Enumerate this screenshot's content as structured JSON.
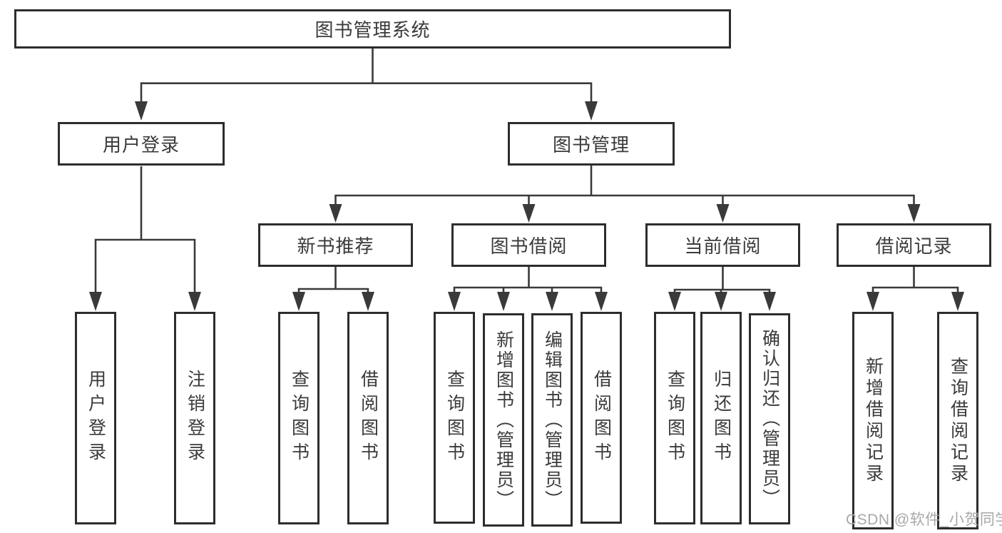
{
  "diagram": {
    "root": {
      "label": "图书管理系统"
    },
    "branches": [
      {
        "label": "用户登录"
      },
      {
        "label": "图书管理"
      }
    ],
    "modules": [
      {
        "label": "新书推荐"
      },
      {
        "label": "图书借阅"
      },
      {
        "label": "当前借阅"
      },
      {
        "label": "借阅记录"
      }
    ],
    "leaves": {
      "userLogin": [
        "用户登录",
        "注销登录"
      ],
      "newBooks": [
        "查询图书",
        "借阅图书"
      ],
      "bookBorrow": [
        "查询图书",
        "新增图书（管理员）",
        "编辑图书（管理员）",
        "借阅图书"
      ],
      "currentBorrow": [
        "查询图书",
        "归还图书",
        "确认归还（管理员）"
      ],
      "borrowRecords": [
        "新增借阅记录",
        "查询借阅记录"
      ]
    }
  },
  "watermark": "CSDN @软件_小贺同学",
  "colors": {
    "line": "#3a3a3a",
    "border": "#2d2d2d",
    "text": "#3a3a3a",
    "background": "#ffffff",
    "watermark": "#a8a8a8"
  }
}
